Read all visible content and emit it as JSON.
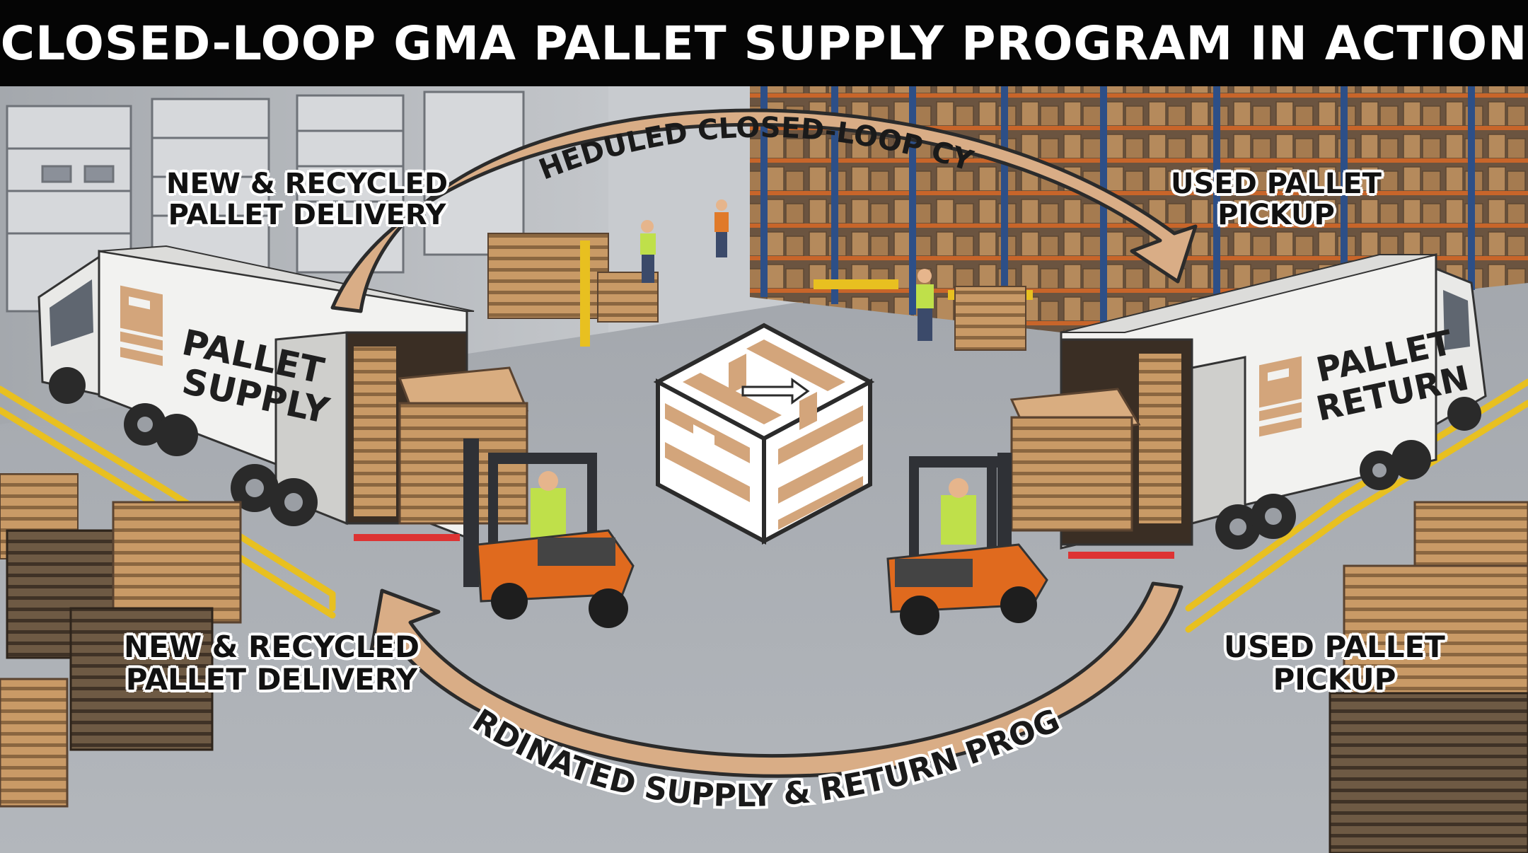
{
  "title": "CLOSED-LOOP GMA PALLET SUPPLY PROGRAM IN ACTION",
  "arcs": {
    "top": "SCHEDULED CLOSED-LOOP CYCLE",
    "bottom": "COORDINATED SUPPLY & RETURN PROGRAM"
  },
  "labels": {
    "top_left": [
      "NEW & RECYCLED",
      "PALLET DELIVERY"
    ],
    "top_right": [
      "USED PALLET",
      "PICKUP"
    ],
    "bottom_left": [
      "NEW & RECYCLED",
      "PALLET DELIVERY"
    ],
    "bottom_right": [
      "USED PALLET",
      "PICKUP"
    ]
  },
  "trucks": {
    "left": [
      "PALLET",
      "SUPPLY"
    ],
    "right": [
      "PALLET",
      "RETURN"
    ]
  },
  "colors": {
    "arc_fill": "#d9ad86",
    "arc_stroke": "#2b2b2b",
    "floor": "#a9adb3",
    "wall": "#b9bdc2",
    "rack_blue": "#2d4f87",
    "rack_orange": "#c8652a",
    "pallet": "#c99a66",
    "pallet_dark": "#6e5a44",
    "forklift": "#e06a1e",
    "truck": "#f2f2f0",
    "logo_tan": "#d3a57b",
    "safety_yellow": "#e8c020"
  }
}
